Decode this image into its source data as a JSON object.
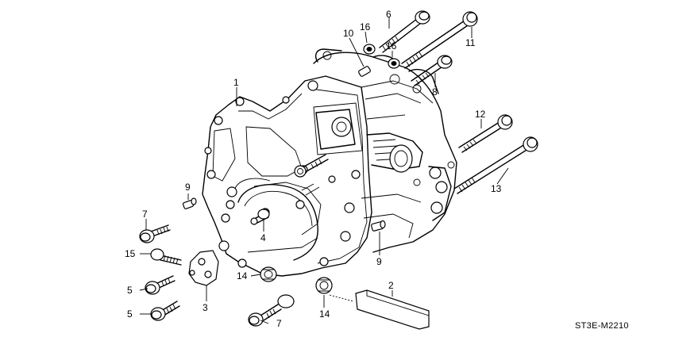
{
  "diagram": {
    "code": "ST3E-M2210",
    "callouts": {
      "c1": "1",
      "c2": "2",
      "c3": "3",
      "c4": "4",
      "c5a": "5",
      "c5b": "5",
      "c6": "6",
      "c7a": "7",
      "c7b": "7",
      "c8": "8",
      "c9a": "9",
      "c9b": "9",
      "c10": "10",
      "c11": "11",
      "c12": "12",
      "c13": "13",
      "c14a": "14",
      "c14b": "14",
      "c15": "15",
      "c16a": "16",
      "c16b": "16"
    }
  }
}
